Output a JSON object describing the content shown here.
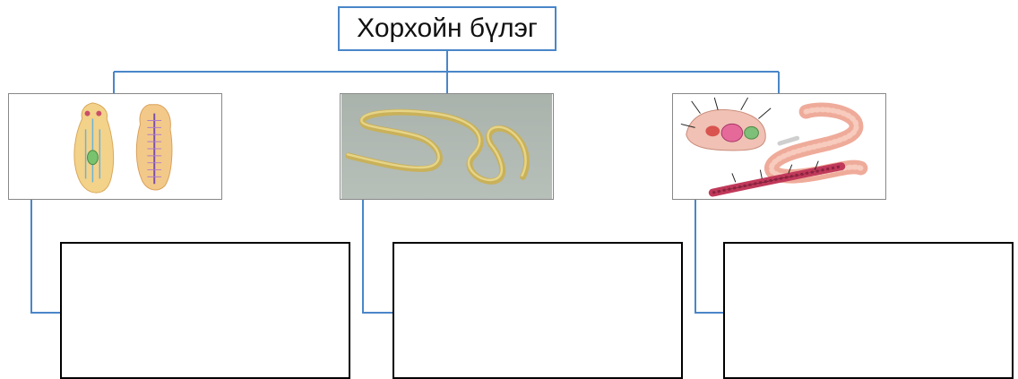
{
  "title": "Хорхойн бүлэг",
  "colors": {
    "connector": "#4a86c8",
    "blank_border": "#000000"
  },
  "groups": [
    {
      "image": "flatworm-illustration",
      "answer": ""
    },
    {
      "image": "roundworm-illustration",
      "answer": ""
    },
    {
      "image": "earthworm-illustration",
      "answer": ""
    }
  ]
}
